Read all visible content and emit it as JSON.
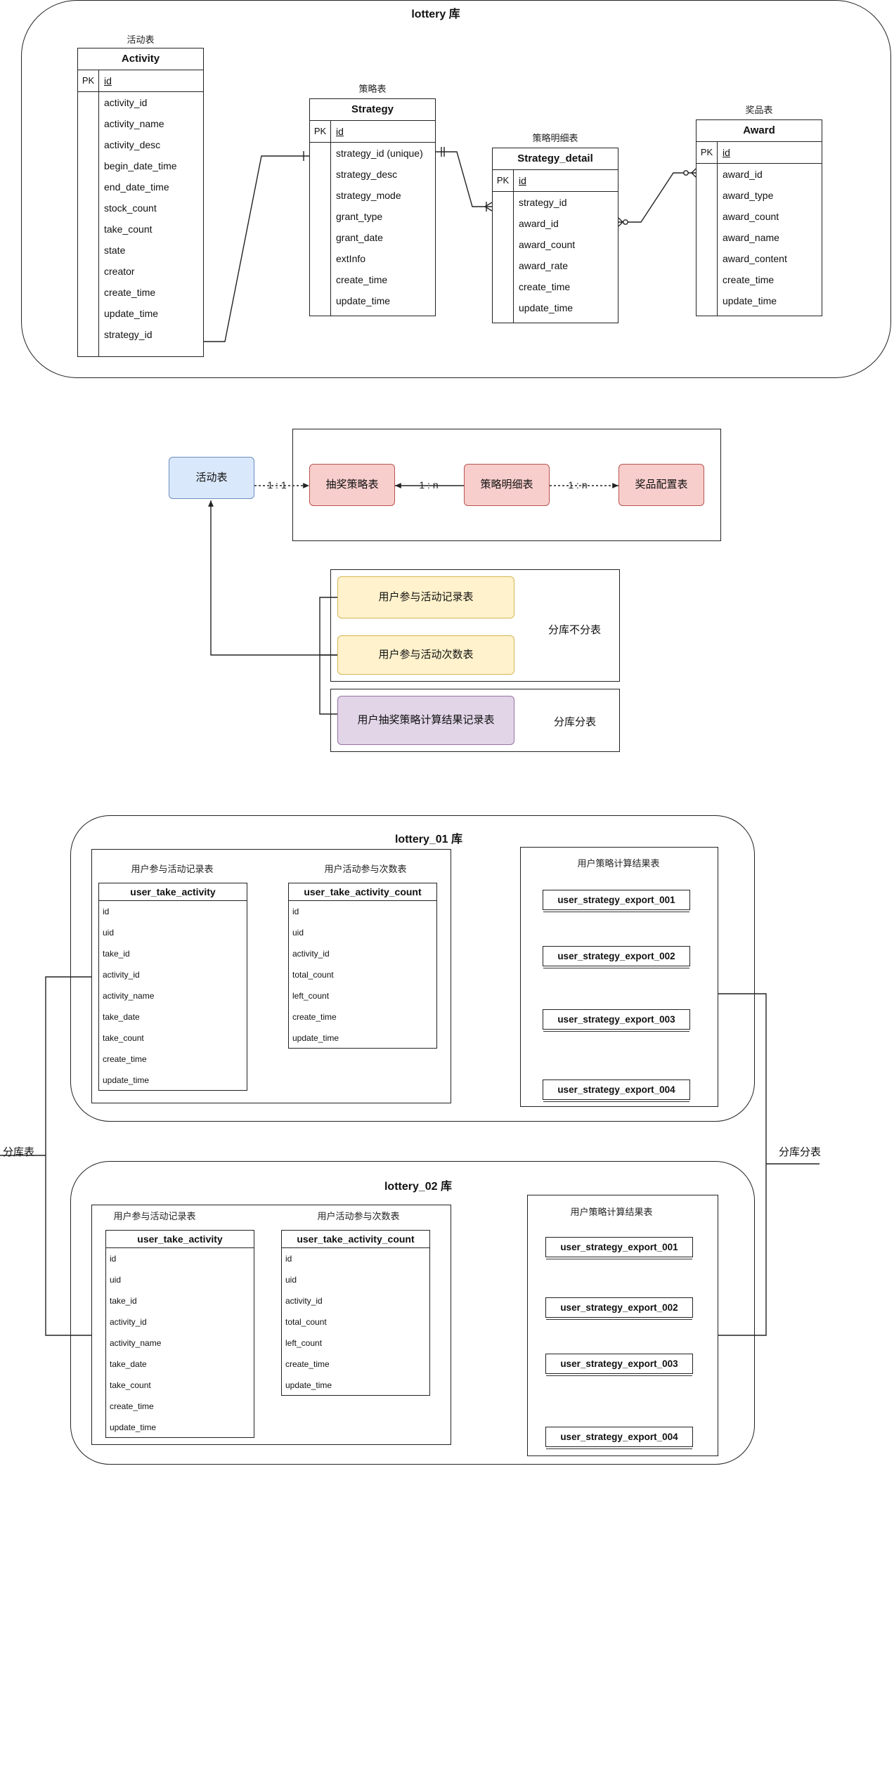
{
  "colors": {
    "blue_fill": "#dae8fc",
    "blue_stroke": "#6c8ebf",
    "red_fill": "#f8cecc",
    "red_stroke": "#b85450",
    "yellow_fill": "#fff2cc",
    "yellow_stroke": "#d6b656",
    "purple_fill": "#e1d5e7",
    "purple_stroke": "#9673a6"
  },
  "lottery_db": {
    "title": "lottery 库",
    "activity": {
      "caption": "活动表",
      "name": "Activity",
      "pk_label": "PK",
      "pk_field": "id",
      "fields": [
        "activity_id",
        "activity_name",
        "activity_desc",
        "begin_date_time",
        "end_date_time",
        "stock_count",
        "take_count",
        "state",
        "creator",
        "create_time",
        "update_time",
        "strategy_id"
      ]
    },
    "strategy": {
      "caption": "策略表",
      "name": "Strategy",
      "pk_label": "PK",
      "pk_field": "id",
      "fields": [
        "strategy_id (unique)",
        "strategy_desc",
        "strategy_mode",
        "grant_type",
        "grant_date",
        "extInfo",
        "create_time",
        "update_time"
      ]
    },
    "strategy_detail": {
      "caption": "策略明细表",
      "name": "Strategy_detail",
      "pk_label": "PK",
      "pk_field": "id",
      "fields": [
        "strategy_id",
        "award_id",
        "award_count",
        "award_rate",
        "create_time",
        "update_time"
      ]
    },
    "award": {
      "caption": "奖品表",
      "name": "Award",
      "pk_label": "PK",
      "pk_field": "id",
      "fields": [
        "award_id",
        "award_type",
        "award_count",
        "award_name",
        "award_content",
        "create_time",
        "update_time"
      ]
    }
  },
  "flow": {
    "activity_node": "活动表",
    "strategy_node": "抽奖策略表",
    "strategy_detail_node": "策略明细表",
    "award_node": "奖品配置表",
    "rel_1_1": "1 : 1",
    "rel_1_n_a": "1 : n",
    "rel_1_n_b": "1 : n",
    "take_record_node": "用户参与活动记录表",
    "take_count_node": "用户参与活动次数表",
    "strategy_result_node": "用户抽奖策略计算结果记录表",
    "group1_label": "分库不分表",
    "group2_label": "分库分表"
  },
  "left_label": "分库表",
  "right_label": "分库分表",
  "lottery_01": {
    "title": "lottery_01 库",
    "take_caption": "用户参与活动记录表",
    "count_caption": "用户活动参与次数表",
    "export_caption": "用户策略计算结果表",
    "take_table": {
      "name": "user_take_activity",
      "fields": [
        "id",
        "uid",
        "take_id",
        "activity_id",
        "activity_name",
        "take_date",
        "take_count",
        "create_time",
        "update_time"
      ]
    },
    "count_table": {
      "name": "user_take_activity_count",
      "fields": [
        "id",
        "uid",
        "activity_id",
        "total_count",
        "left_count",
        "create_time",
        "update_time"
      ]
    },
    "exports": [
      "user_strategy_export_001",
      "user_strategy_export_002",
      "user_strategy_export_003",
      "user_strategy_export_004"
    ]
  },
  "lottery_02": {
    "title": "lottery_02 库",
    "take_caption": "用户参与活动记录表",
    "count_caption": "用户活动参与次数表",
    "export_caption": "用户策略计算结果表",
    "take_table": {
      "name": "user_take_activity",
      "fields": [
        "id",
        "uid",
        "take_id",
        "activity_id",
        "activity_name",
        "take_date",
        "take_count",
        "create_time",
        "update_time"
      ]
    },
    "count_table": {
      "name": "user_take_activity_count",
      "fields": [
        "id",
        "uid",
        "activity_id",
        "total_count",
        "left_count",
        "create_time",
        "update_time"
      ]
    },
    "exports": [
      "user_strategy_export_001",
      "user_strategy_export_002",
      "user_strategy_export_003",
      "user_strategy_export_004"
    ]
  }
}
